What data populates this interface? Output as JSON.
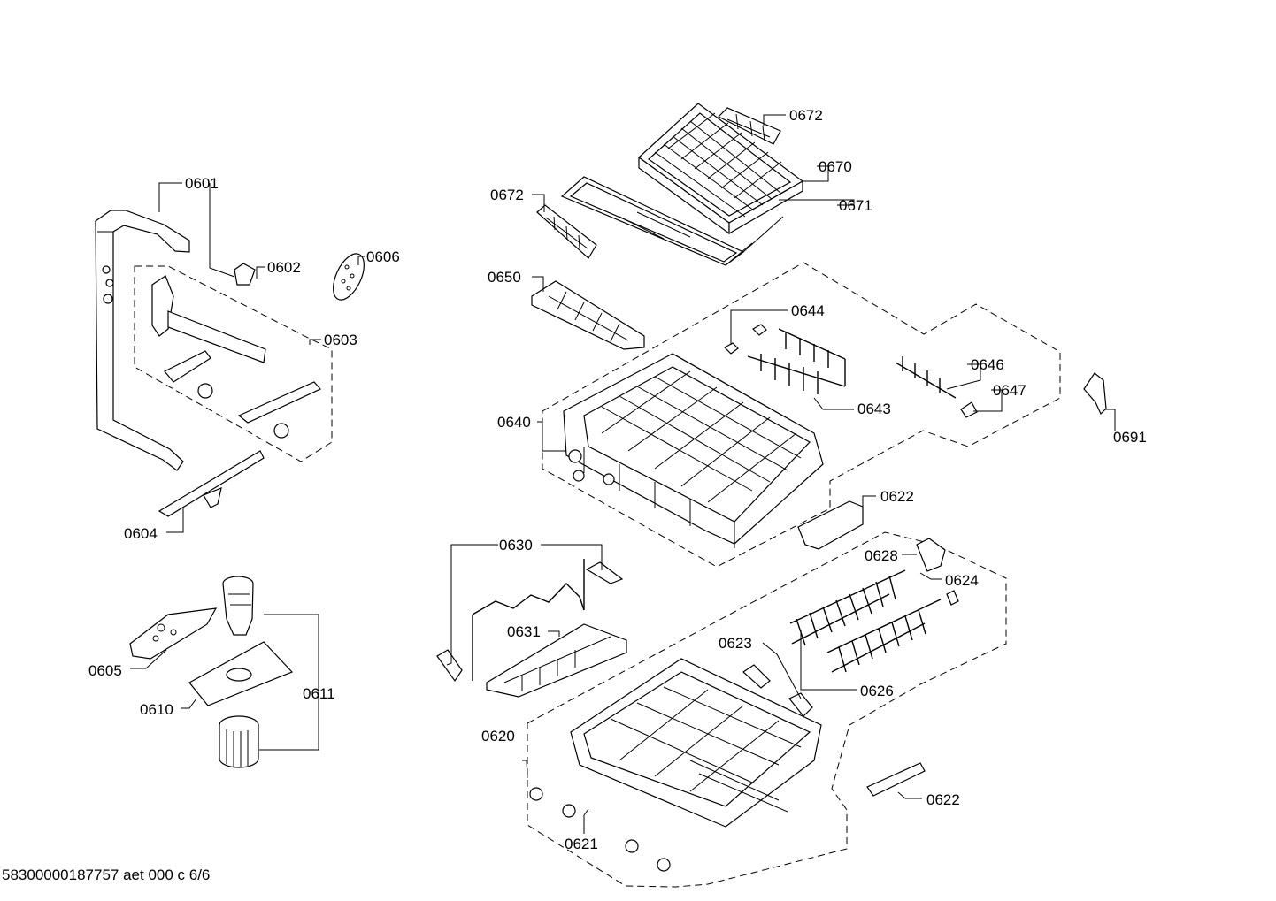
{
  "labels": {
    "p0672a": "0672",
    "p0670": "0670",
    "p0672b": "0672",
    "p0671": "0671",
    "p0601": "0601",
    "p0602": "0602",
    "p0606": "0606",
    "p0603": "0603",
    "p0650": "0650",
    "p0644": "0644",
    "p0646": "0646",
    "p0647": "0647",
    "p0643": "0643",
    "p0691": "0691",
    "p0640": "0640",
    "p0604": "0604",
    "p0622a": "0622",
    "p0630": "0630",
    "p0628": "0628",
    "p0624": "0624",
    "p0631": "0631",
    "p0623": "0623",
    "p0605": "0605",
    "p0611": "0611",
    "p0626": "0626",
    "p0610": "0610",
    "p0620": "0620",
    "p0622b": "0622",
    "p0621": "0621"
  },
  "footer": "58300000187757 aet 000 c 6/6"
}
